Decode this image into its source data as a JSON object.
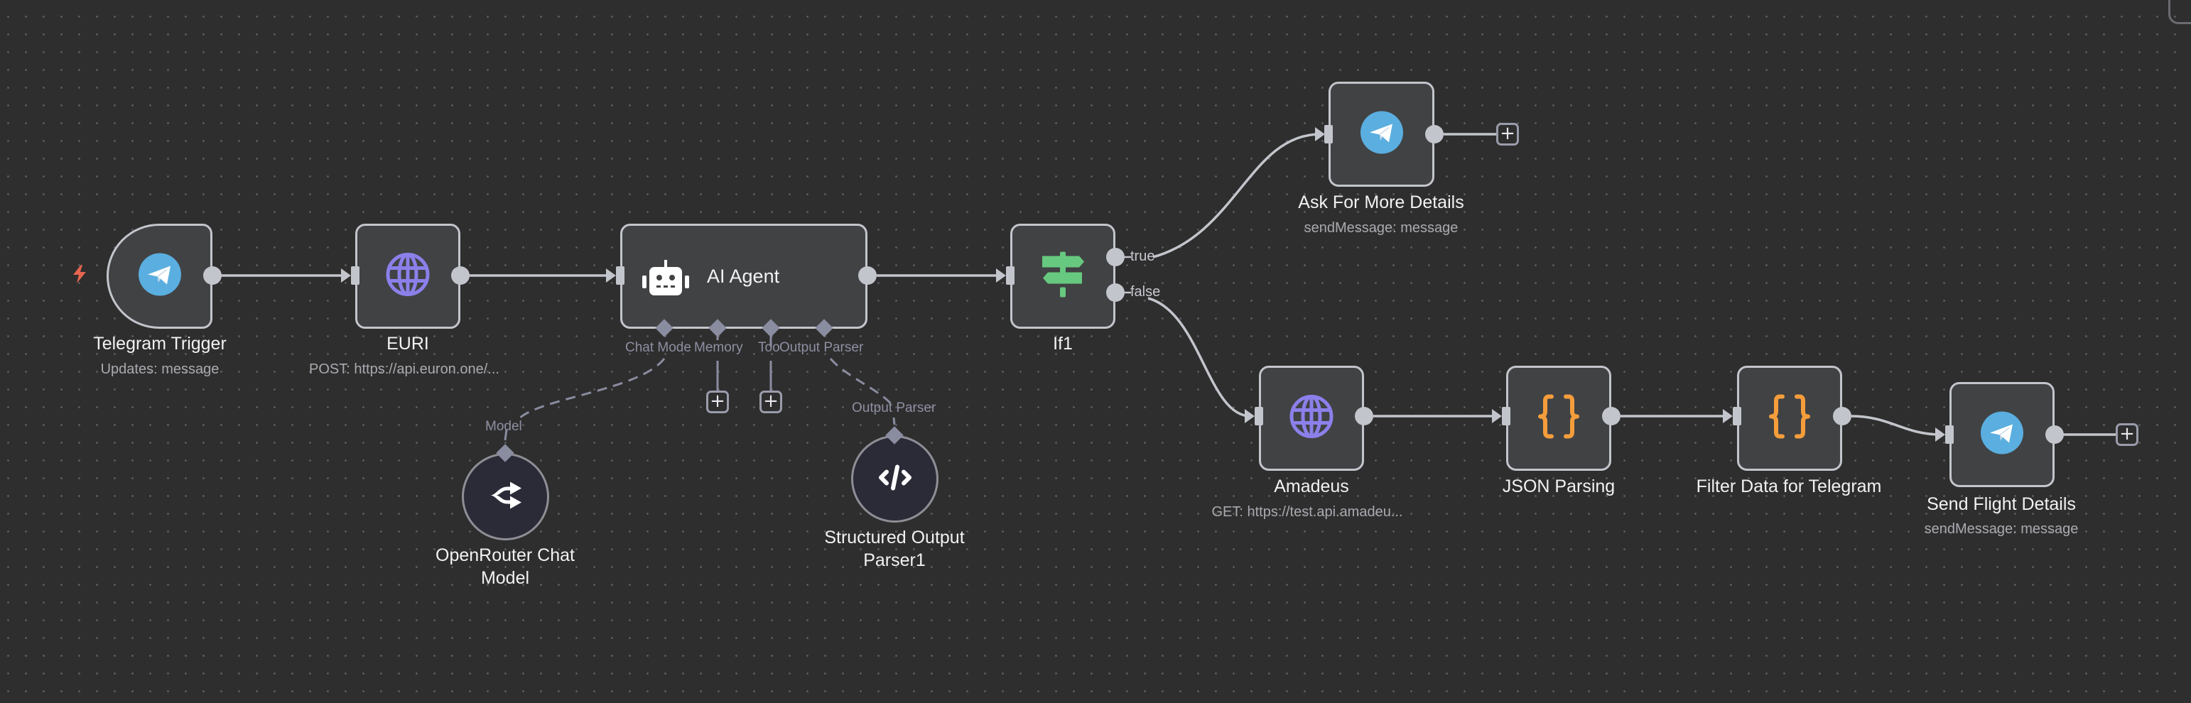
{
  "canvas": {
    "colors": {
      "background": "#2e2e2e",
      "node_fill": "#414244",
      "node_border": "#c3c5cc",
      "sub_node_fill": "#2b2b38",
      "edge": "#c3c5cc",
      "sub_edge": "#8a8ca0",
      "telegram_blue": "#5aaee0",
      "http_purple": "#8b80ea",
      "code_orange": "#f59d3b",
      "if_green": "#67c97f",
      "trigger_red": "#e5654e"
    }
  },
  "nodes": {
    "telegram_trigger": {
      "title": "Telegram Trigger",
      "subtitle": "Updates: message",
      "icon": "telegram-icon"
    },
    "euri": {
      "title": "EURI",
      "subtitle": "POST: https://api.euron.one/...",
      "icon": "globe-icon"
    },
    "ai_agent": {
      "title": "AI Agent",
      "icon": "robot-icon",
      "ports": [
        "Chat Model",
        "Memory",
        "Tool",
        "Output Parser"
      ],
      "port_labels_rendered": [
        "Chat Mode",
        "Memory",
        "Too",
        "Output Parser"
      ]
    },
    "if1": {
      "title": "If1",
      "icon": "signpost-icon",
      "outputs": [
        "true",
        "false"
      ]
    },
    "ask_for_more": {
      "title": "Ask For More Details",
      "subtitle": "sendMessage: message",
      "icon": "telegram-icon"
    },
    "amadeus": {
      "title": "Amadeus",
      "subtitle": "GET: https://test.api.amadeu...",
      "icon": "globe-icon"
    },
    "json_parsing": {
      "title": "JSON Parsing",
      "icon": "braces-icon"
    },
    "filter_data": {
      "title": "Filter Data for Telegram",
      "icon": "braces-icon"
    },
    "send_flight": {
      "title": "Send Flight Details",
      "subtitle": "sendMessage: message",
      "icon": "telegram-icon"
    },
    "openrouter": {
      "title": "OpenRouter Chat Model",
      "port_label": "Model",
      "icon": "openrouter-icon"
    },
    "structured_parser": {
      "title": "Structured Output Parser1",
      "port_label": "Output Parser",
      "icon": "code-icon"
    }
  },
  "add_button": {
    "label": "+"
  }
}
